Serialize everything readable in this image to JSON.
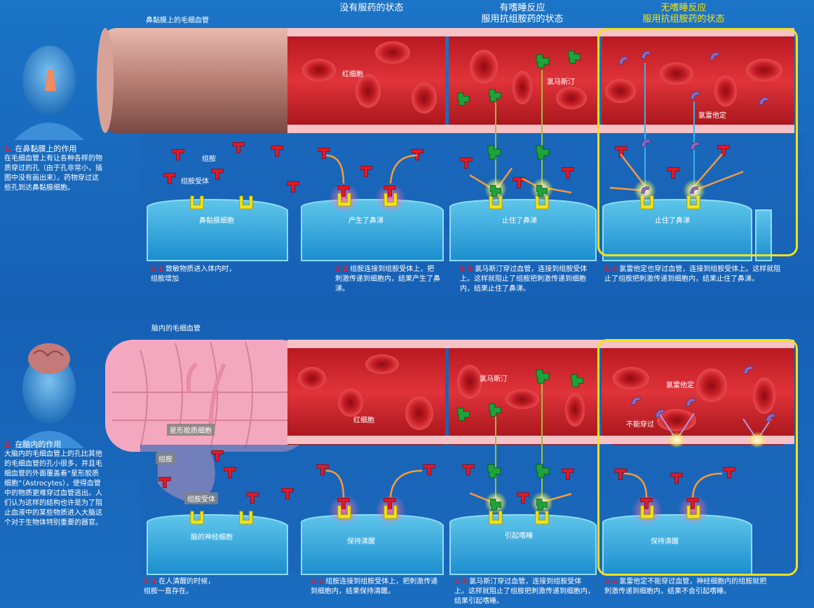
{
  "top": {
    "vessel_label": "鼻黏膜上的毛细血管",
    "col_titles": [
      {
        "line1": "",
        "line2": "没有服药的状态"
      },
      {
        "line1": "有嗜睡反应",
        "line2": "服用抗组胺药的状态"
      },
      {
        "line1": "无嗜睡反应",
        "line2": "服用抗组胺药的状态"
      }
    ],
    "side_heading_num": "1.",
    "side_heading": "在鼻黏膜上的作用",
    "side_text": "在毛细血管上有让各种各样的物质穿过的孔（由于孔非常小，插图中没有画出来）。药物穿过这些孔到达鼻黏膜细胞。",
    "labels": {
      "red_cell": "红细胞",
      "histamine": "组胺",
      "receptor": "组胺受体",
      "cell": "鼻黏膜细胞",
      "produce": "产生了鼻涕",
      "stop1": "止住了鼻涕",
      "stop2": "止住了鼻涕",
      "chlor": "氯马斯汀",
      "lorat": "氯雷他定"
    },
    "captions": [
      {
        "num": "1-1",
        "text": "致敏物质进入体内时，组胺增加"
      },
      {
        "num": "1-2",
        "text": "组胺连接到组胺受体上，把刺激传递到细胞内，结果产生了鼻涕。"
      },
      {
        "num": "1-3",
        "text": "氯马斯汀穿过血管，连接到组胺受体上。这样就阻止了组胺把刺激传递到细胞内，结果止住了鼻涕。"
      },
      {
        "num": "1-4",
        "text": "氯雷他定也穿过血管，连接到组胺受体上。这样就阻止了组胺把刺激传递到细胞内，结果止住了鼻涕。"
      }
    ]
  },
  "bottom": {
    "vessel_label": "脑内的毛细血管",
    "side_heading_num": "2.",
    "side_heading": "在脑内的作用",
    "side_text": "大脑内的毛细血管上的孔比其他的毛细血管的孔小很多，并且毛细血管的外面覆盖着“星形胶质细胞”（Astrocytes），使得血管中的物质更难穿过血管逃出。人们认为这样的结构也许是为了阻止血液中的某些物质进入大脑这个对于生物体特别重要的器官。",
    "labels": {
      "astro": "星形胶质细胞",
      "histamine": "组胺",
      "receptor": "组胺受体",
      "red_cell": "红细胞",
      "cell": "脑的神经细胞",
      "awake1": "保持清醒",
      "sleepy": "引起嗜睡",
      "awake2": "保持清醒",
      "chlor": "氯马斯汀",
      "lorat": "氯雷他定",
      "cannot": "不能穿过"
    },
    "captions": [
      {
        "num": "2-1",
        "text": "在人清醒的时候，组胺一直存在。"
      },
      {
        "num": "2-2",
        "text": "组胺连接到组胺受体上，把刺激传递到细胞内，结果保持清醒。"
      },
      {
        "num": "2-3",
        "text": "氯马斯汀穿过血管，连接到组胺受体上。这样就阻止了组胺把刺激传递到细胞内，结果引起嗜睡。"
      },
      {
        "num": "2-4",
        "text": "氯雷他定不能穿过血管，神经细胞内的组胺就把刺激传递到细胞内，结果不会引起嗜睡。"
      }
    ]
  },
  "colors": {
    "histamine": "#e01a2a",
    "antihistamine_green": "#1fa23a",
    "loratadine_purple": "#8a6ac0",
    "receptor": "#f2e21a",
    "highlight": "#f2e21a"
  }
}
